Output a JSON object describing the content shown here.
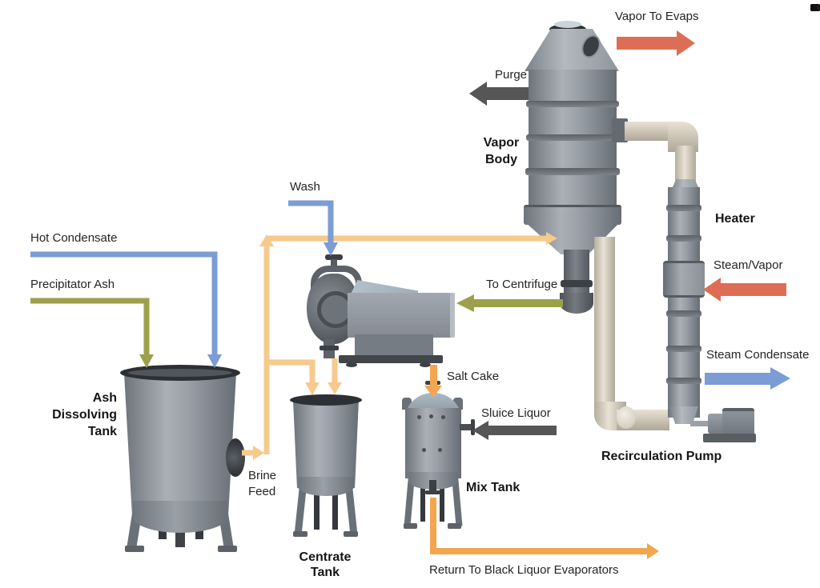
{
  "colors": {
    "steam_red": "#dd6e55",
    "condensate_blue": "#7b9cd4",
    "ash_olive": "#9ba14b",
    "liquor_orange": "#f2a64f",
    "brine_orange": "#f6ca8d",
    "purge_gray": "#565656"
  },
  "flows": {
    "vapor_to_evaps": {
      "label": "Vapor To Evaps",
      "color": "#dd6e55"
    },
    "purge": {
      "label": "Purge",
      "color": "#565656"
    },
    "steam_vapor": {
      "label": "Steam/Vapor",
      "color": "#dd6e55"
    },
    "steam_condensate": {
      "label": "Steam Condensate",
      "color": "#7b9cd4"
    },
    "hot_condensate": {
      "label": "Hot Condensate",
      "color": "#7b9cd4"
    },
    "precipitator_ash": {
      "label": "Precipitator Ash",
      "color": "#9ba14b"
    },
    "wash": {
      "label": "Wash",
      "color": "#7b9cd4"
    },
    "to_centrifuge": {
      "label": "To Centrifuge",
      "color": "#9ba14b"
    },
    "brine_feed": {
      "label": "Brine Feed",
      "color": "#f6ca8d"
    },
    "salt_cake": {
      "label": "Salt Cake",
      "color": "#f2a64f"
    },
    "sluice_liquor": {
      "label": "Sluice Liquor",
      "color": "#565656"
    },
    "return_evaporators": {
      "label": "Return To Black Liquor Evaporators",
      "color": "#f2a64f"
    }
  },
  "equipment": {
    "vapor_body": {
      "label": "Vapor Body"
    },
    "heater": {
      "label": "Heater"
    },
    "ash_dissolving_tank": {
      "label": "Ash Dissolving Tank"
    },
    "centrate_tank": {
      "label": "Centrate Tank"
    },
    "mix_tank": {
      "label": "Mix Tank"
    },
    "recirculation_pump": {
      "label": "Recirculation Pump"
    }
  }
}
